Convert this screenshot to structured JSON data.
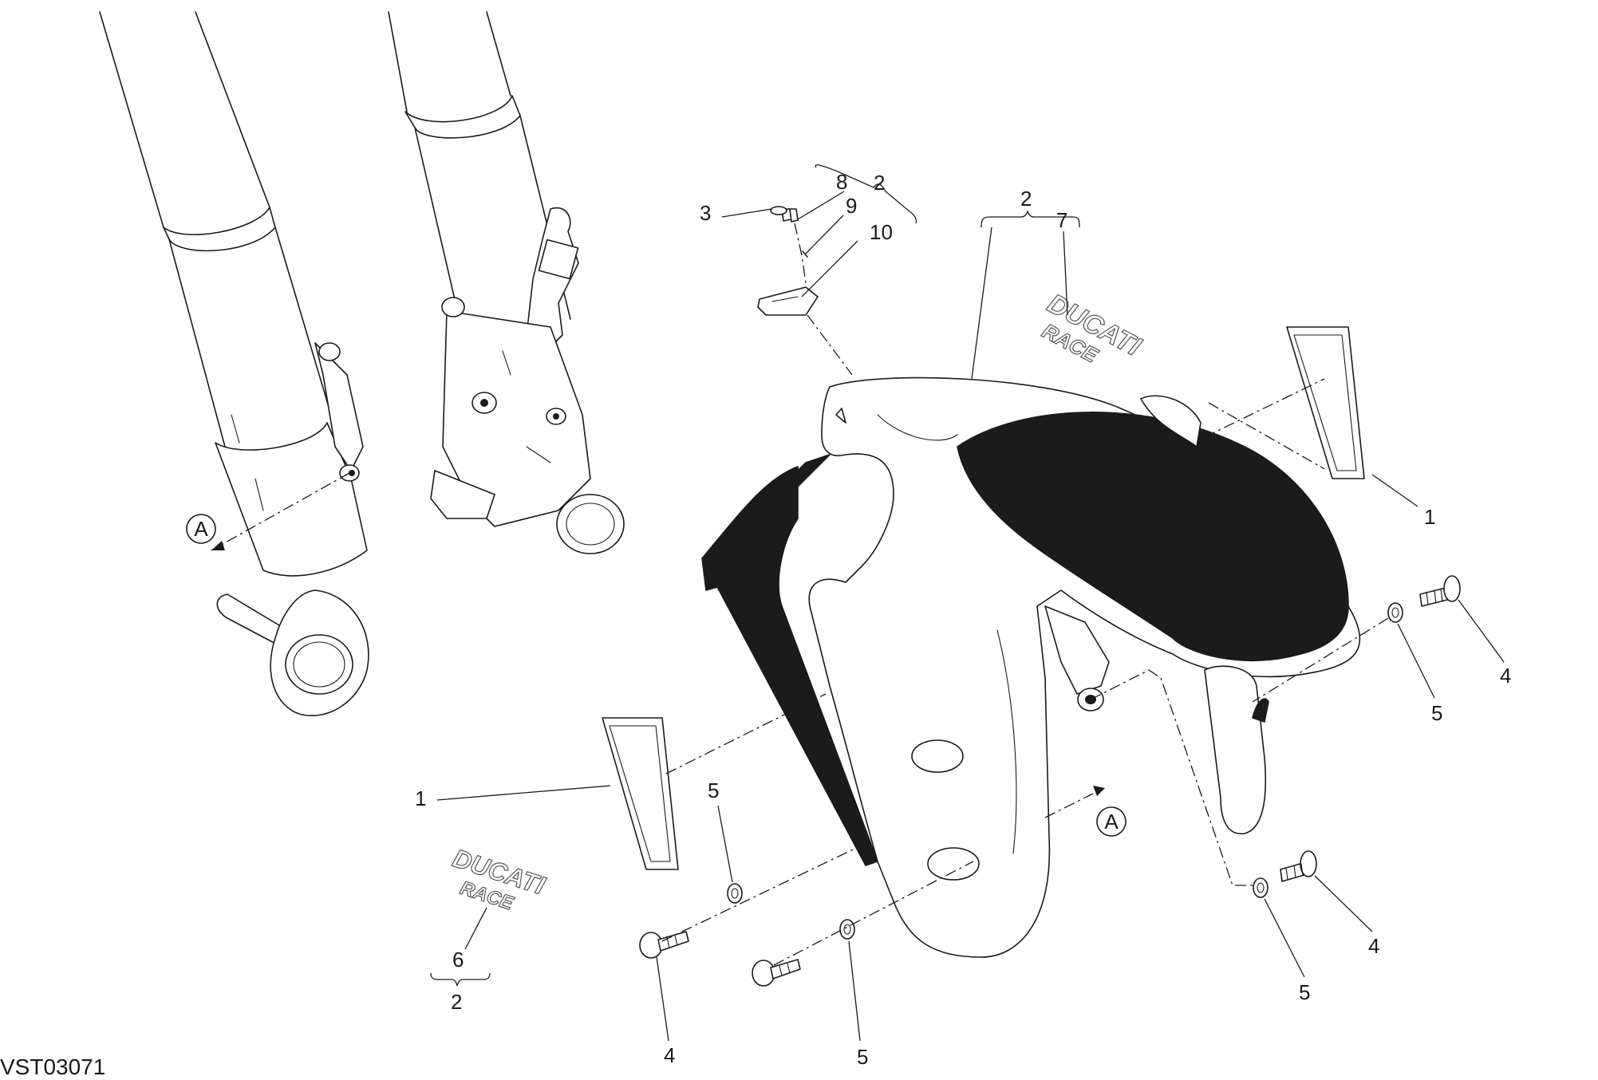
{
  "drawing_code": "VST03071",
  "reference_marker": "A",
  "logo": {
    "brand": "DUCATI",
    "sub": "RACE"
  },
  "callouts": {
    "c1_right": "1",
    "c1_left": "1",
    "c2_top_bracket": "2",
    "c2_fender_bracket": "2",
    "c2_logo_bracket": "2",
    "c3": "3",
    "c4_right_upper": "4",
    "c4_right_lower": "4",
    "c4_bottom": "4",
    "c5_right_upper": "5",
    "c5_right_lower": "5",
    "c5_left_top": "5",
    "c5_bottom": "5",
    "c6": "6",
    "c7": "7",
    "c8": "8",
    "c9": "9",
    "c10": "10"
  }
}
